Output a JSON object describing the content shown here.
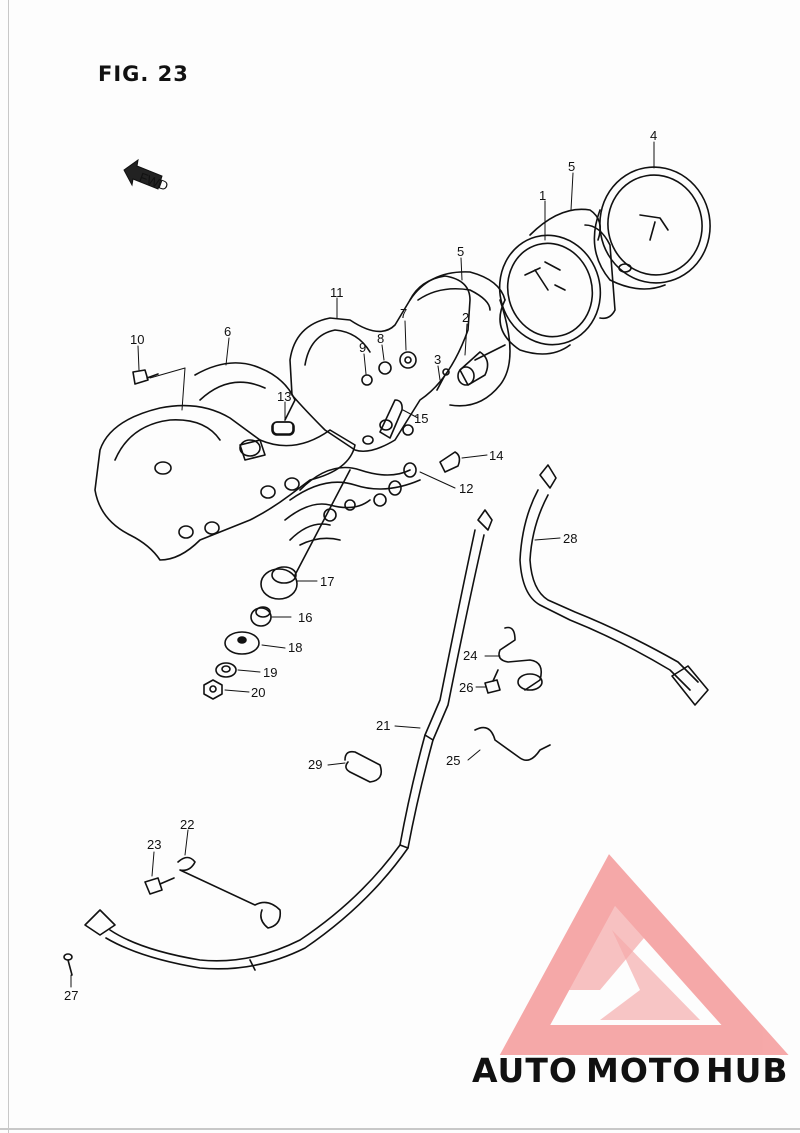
{
  "figure": {
    "title": "FIG. 23"
  },
  "direction_marker": {
    "label": "FWD"
  },
  "callouts": [
    "1",
    "2",
    "3",
    "4",
    "5",
    "5",
    "6",
    "7",
    "8",
    "9",
    "10",
    "11",
    "12",
    "13",
    "14",
    "15",
    "16",
    "17",
    "18",
    "19",
    "20",
    "21",
    "22",
    "23",
    "24",
    "25",
    "26",
    "27",
    "28",
    "29"
  ],
  "watermark": {
    "part1": "AUTO",
    "part2": "MOTO",
    "part3": "HUB",
    "colors": {
      "accent": "#f4a07f",
      "accent2": "#f28a8a",
      "gray": "#8a8a8a",
      "logo": "#f49a9a"
    }
  }
}
